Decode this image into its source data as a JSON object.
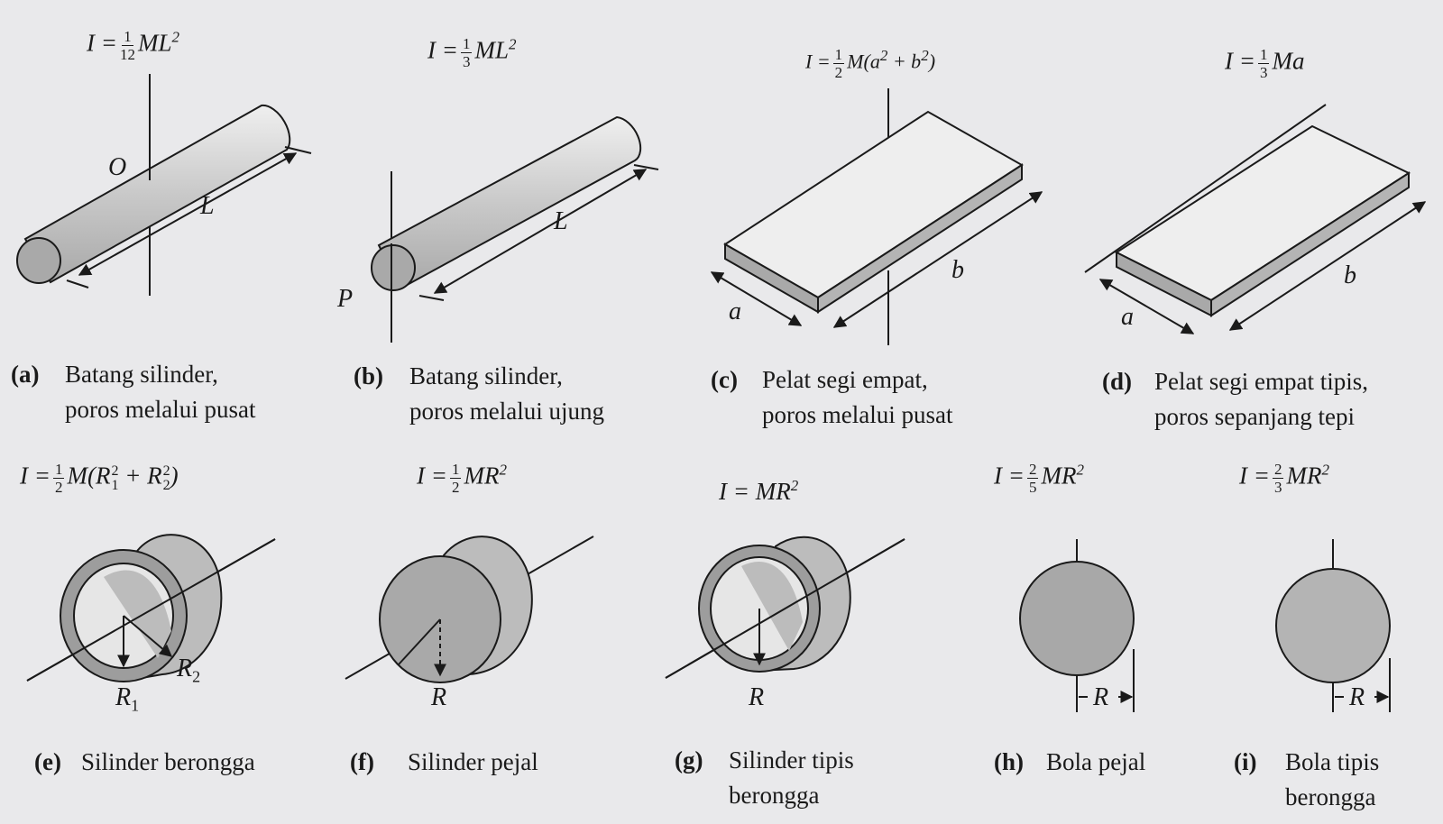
{
  "panels": [
    {
      "letter": "(a)",
      "caption": [
        "Batang silinder,",
        "poros melalui pusat"
      ],
      "formula": {
        "lhs": "I =",
        "frac": [
          "1",
          "12"
        ],
        "rhs": "ML",
        "exp": "2"
      },
      "labels": {
        "center": "O",
        "length": "L"
      }
    },
    {
      "letter": "(b)",
      "caption": [
        "Batang silinder,",
        "poros melalui ujung"
      ],
      "formula": {
        "lhs": "I =",
        "frac": [
          "1",
          "3"
        ],
        "rhs": "ML",
        "exp": "2"
      },
      "labels": {
        "end": "P",
        "length": "L"
      }
    },
    {
      "letter": "(c)",
      "caption": [
        "Pelat segi empat,",
        "poros melalui pusat"
      ],
      "formula": {
        "lhs": "I =",
        "frac": [
          "1",
          "2"
        ],
        "rhs": "M(a",
        "exp1": "2",
        "mid": " + b",
        "exp2": "2",
        "close": ")"
      },
      "labels": {
        "width": "a",
        "length": "b"
      }
    },
    {
      "letter": "(d)",
      "caption": [
        "Pelat segi empat tipis,",
        "poros sepanjang tepi"
      ],
      "formula": {
        "lhs": "I =",
        "frac": [
          "1",
          "3"
        ],
        "rhs": "Ma"
      },
      "labels": {
        "width": "a",
        "length": "b"
      }
    },
    {
      "letter": "(e)",
      "caption": [
        "Silinder berongga"
      ],
      "formula": {
        "lhs": "I  =",
        "frac": [
          "1",
          "2"
        ],
        "rhs": "M(R",
        "sub1": "1",
        "sup1": "2",
        "mid": "  +  R",
        "sub2": "2",
        "sup2": "2",
        "close": ")"
      },
      "labels": {
        "r1": "R",
        "r1sub": "1",
        "r2": "R",
        "r2sub": "2"
      }
    },
    {
      "letter": "(f)",
      "caption": [
        "Silinder pejal"
      ],
      "formula": {
        "lhs": "I  =",
        "frac": [
          "1",
          "2"
        ],
        "rhs": "MR",
        "exp": "2"
      },
      "labels": {
        "radius": "R"
      }
    },
    {
      "letter": "(g)",
      "caption": [
        "Silinder tipis",
        "berongga"
      ],
      "formula": {
        "lhs": "I = MR",
        "exp": "2"
      },
      "labels": {
        "radius": "R"
      }
    },
    {
      "letter": "(h)",
      "caption": [
        "Bola pejal"
      ],
      "formula": {
        "lhs": "I  =",
        "frac": [
          "2",
          "5"
        ],
        "rhs": "MR",
        "exp": "2"
      },
      "labels": {
        "radius": "R"
      }
    },
    {
      "letter": "(i)",
      "caption": [
        "Bola tipis",
        "berongga"
      ],
      "formula": {
        "lhs": "I  =",
        "frac": [
          "2",
          "3"
        ],
        "rhs": "MR",
        "exp": "2"
      },
      "labels": {
        "radius": "R"
      }
    }
  ],
  "colors": {
    "background": "#e9e9eb",
    "ink": "#1a1a1a",
    "fill": "#bcbcbc",
    "fill_dark": "#9d9d9d",
    "fill_light": "#d8d8d8"
  }
}
